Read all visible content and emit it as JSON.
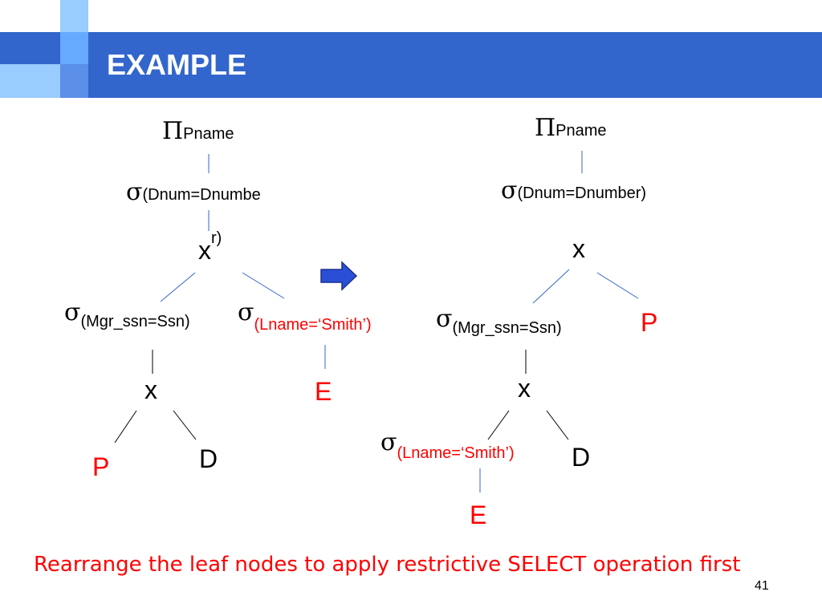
{
  "slide": {
    "title": "EXAMPLE",
    "page_number": "41",
    "caption": "Rearrange the leaf nodes to apply restrictive SELECT operation first"
  },
  "symbols": {
    "pi": "Π",
    "sigma": "σ"
  },
  "colors": {
    "title_bar": "#3366cc",
    "accent_red": "#ff0000",
    "edge": "#3366cc",
    "arrow": "#2a4fd6"
  },
  "left_tree": {
    "project": "Pname",
    "select_dnum_line1": "(Dnum=Dnumbe",
    "select_dnum_line2": "r)",
    "cross_top": "x",
    "select_mgr": "(Mgr_ssn=Ssn)",
    "select_lname": "(Lname=‘Smith’)",
    "cross_bottom": "x",
    "leaf_p": "P",
    "leaf_d": "D",
    "leaf_e": "E"
  },
  "right_tree": {
    "project": "Pname",
    "select_dnum": "(Dnum=Dnumber)",
    "cross_top": "x",
    "select_mgr": "(Mgr_ssn=Ssn)",
    "leaf_p": "P",
    "cross_bottom": "x",
    "select_lname": "(Lname=‘Smith’)",
    "leaf_d": "D",
    "leaf_e": "E"
  },
  "arrow_icon": "right-arrow-icon"
}
